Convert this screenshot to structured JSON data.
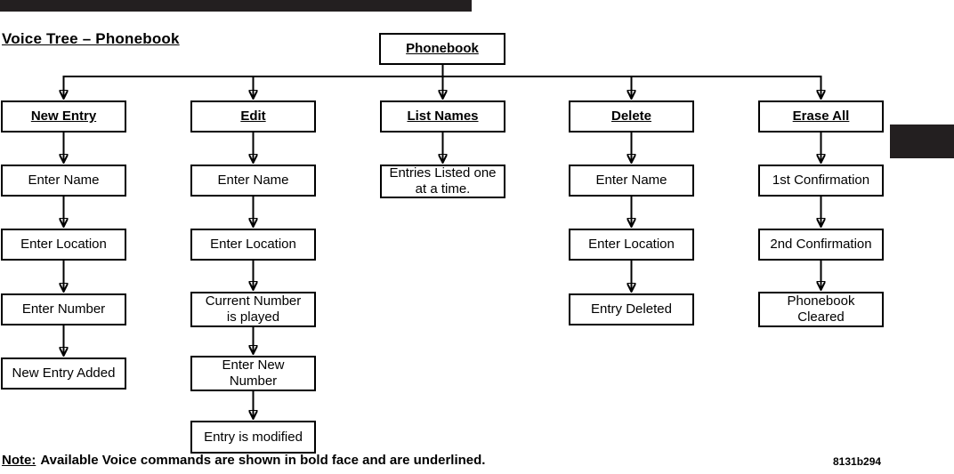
{
  "page": {
    "title": "Voice Tree – Phonebook",
    "note_label": "Note:",
    "note_text": "Available Voice commands are shown in bold face and are underlined.",
    "figure_code": "8131b294"
  },
  "colors": {
    "ink": "#000000",
    "bar": "#231f20",
    "paper": "#ffffff"
  },
  "tree": {
    "root": "Phonebook",
    "columns": [
      {
        "command": "New Entry",
        "steps": [
          "Enter Name",
          "Enter Location",
          "Enter Number",
          "New Entry Added"
        ]
      },
      {
        "command": "Edit",
        "steps": [
          "Enter Name",
          "Enter Location",
          "Current Number\nis played",
          "Enter New\nNumber",
          "Entry is modified"
        ]
      },
      {
        "command": "List Names",
        "steps": [
          "Entries Listed one\nat a time."
        ]
      },
      {
        "command": "Delete",
        "steps": [
          "Enter Name",
          "Enter Location",
          "Entry Deleted"
        ]
      },
      {
        "command": "Erase All",
        "steps": [
          "1st Confirmation",
          "2nd Confirmation",
          "Phonebook\nCleared"
        ]
      }
    ]
  }
}
